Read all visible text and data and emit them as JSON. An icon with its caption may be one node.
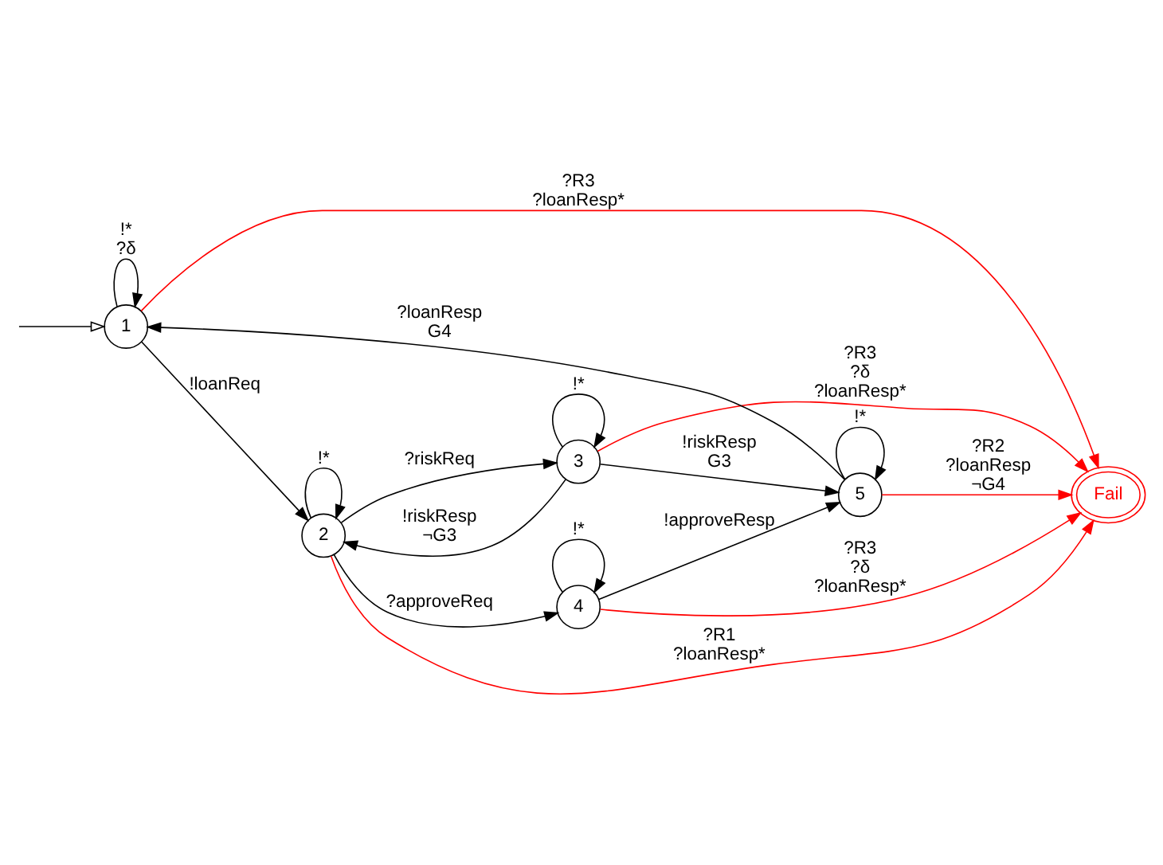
{
  "diagram": {
    "nodes": [
      {
        "text": [
          "1"
        ]
      },
      {
        "text": [
          "2"
        ]
      },
      {
        "text": [
          "3"
        ]
      },
      {
        "text": [
          "4"
        ]
      },
      {
        "text": [
          "5"
        ]
      },
      {
        "text": [
          "Fail"
        ]
      }
    ],
    "edges": [
      {
        "from": null,
        "to": 0,
        "arrow": "to"
      },
      {
        "from": 0,
        "to": 0,
        "arrow": "to",
        "label": "!* ?δ"
      },
      {
        "from": 0,
        "to": 1,
        "arrow": "to",
        "label": "!loanReq"
      },
      {
        "from": 0,
        "to": 5,
        "arrow": "to",
        "label": "?R3 ?loanResp*",
        "color": "#ff0000"
      },
      {
        "from": 1,
        "to": 1,
        "arrow": "to",
        "label": "!*"
      },
      {
        "from": 1,
        "to": 5,
        "arrow": "to",
        "label": "?R1 ?loanResp*",
        "color": "#ff0000"
      },
      {
        "from": 1,
        "to": 3,
        "arrow": "to",
        "label": "?approveReq"
      },
      {
        "from": 1,
        "to": 2,
        "arrow": "to",
        "label": "?riskReq"
      },
      {
        "from": 2,
        "to": 1,
        "arrow": "to",
        "label": "!riskResp ¬G3"
      },
      {
        "from": 3,
        "to": 5,
        "arrow": "to",
        "label": "?R3 ?δ ?loanResp*",
        "color": "#ff0000"
      },
      {
        "from": 3,
        "to": 3,
        "arrow": "to",
        "label": "!*"
      },
      {
        "from": 3,
        "to": 4,
        "arrow": "to",
        "label": "!approveResp"
      },
      {
        "from": 2,
        "to": 2,
        "arrow": "to",
        "label": "!*"
      },
      {
        "from": 2,
        "to": 4,
        "arrow": "to",
        "label": "!riskResp G3"
      },
      {
        "from": 2,
        "to": 5,
        "arrow": "to",
        "label": "?R3 ?δ ?loanResp*",
        "color": "#ff0000"
      },
      {
        "from": 4,
        "to": 0,
        "arrow": "to",
        "label": "?loanResp G4"
      },
      {
        "from": 4,
        "to": 5,
        "arrow": "to",
        "label": "?R2 ?loanResp ¬G4",
        "color": "#ff0000"
      },
      {
        "from": 4,
        "to": 4,
        "arrow": "to",
        "label": "!*"
      }
    ]
  }
}
